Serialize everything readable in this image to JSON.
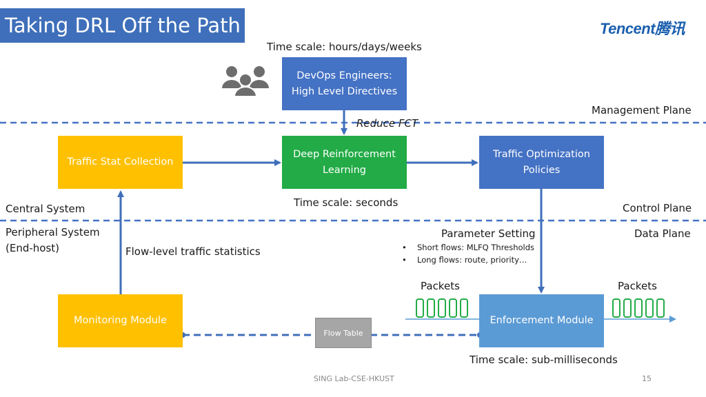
{
  "title": "Taking DRL Off the Path",
  "logo": {
    "text": "Tencent腾讯"
  },
  "labels": {
    "time_hours": "Time scale: hours/days/weeks",
    "management_plane": "Management Plane",
    "reduce_fct": "Reduce FCT",
    "time_seconds": "Time scale: seconds",
    "central_system": "Central System",
    "control_plane": "Control Plane",
    "peripheral_system": "Peripheral System",
    "end_host": "(End-host)",
    "data_plane": "Data Plane",
    "flow_level_stats": "Flow-level traffic statistics",
    "parameter_setting": "Parameter Setting",
    "bullet1": "Short flows: MLFQ Thresholds",
    "bullet2": "Long flows: route, priority…",
    "packets_left": "Packets",
    "packets_right": "Packets",
    "time_submillis": "Time scale: sub-milliseconds"
  },
  "boxes": {
    "devops": "DevOps Engineers: High Level Directives",
    "drl": "Deep Reinforcement Learning",
    "traffic_opt": "Traffic Optimization Policies",
    "traffic_stat": "Traffic Stat Collection",
    "monitoring": "Monitoring Module",
    "enforcement": "Enforcement Module",
    "flow_table": "Flow Table"
  },
  "footer": {
    "lab": "SING Lab-CSE-HKUST",
    "page": "15"
  },
  "colors": {
    "title_blue": "#3f6fba",
    "box_blue": "#4472c4",
    "box_green": "#22ab46",
    "box_yellow": "#ffc000",
    "box_lightblue": "#5b9bd5",
    "packet_green": "#22ab46"
  },
  "icons": {
    "people": "people-group-icon"
  }
}
